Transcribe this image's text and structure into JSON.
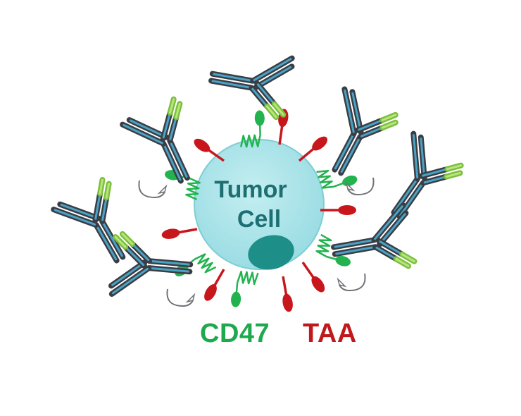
{
  "cell": {
    "label_line1": "Tumor",
    "label_line2": "Cell",
    "fill": "#a9e4e9",
    "border": "#7fcdd5",
    "nucleus": "#1e8e88",
    "text_color": "#1d6f72"
  },
  "legend": {
    "cd47": {
      "label": "CD47",
      "color": "#1fa94e"
    },
    "taa": {
      "label": "TAA",
      "color": "#c0191c"
    }
  },
  "colors": {
    "antibody_dark": "#3a3e44",
    "antibody_blue": "#4aa3c6",
    "antibody_green": "#a6dd66",
    "cd47_green": "#22b34f",
    "taa_red": "#c8171c",
    "arrow": "#6f7378"
  },
  "icons": [
    "bispecific-antibody-icon",
    "cd47-receptor-icon",
    "taa-receptor-icon",
    "curved-arrow-icon"
  ]
}
